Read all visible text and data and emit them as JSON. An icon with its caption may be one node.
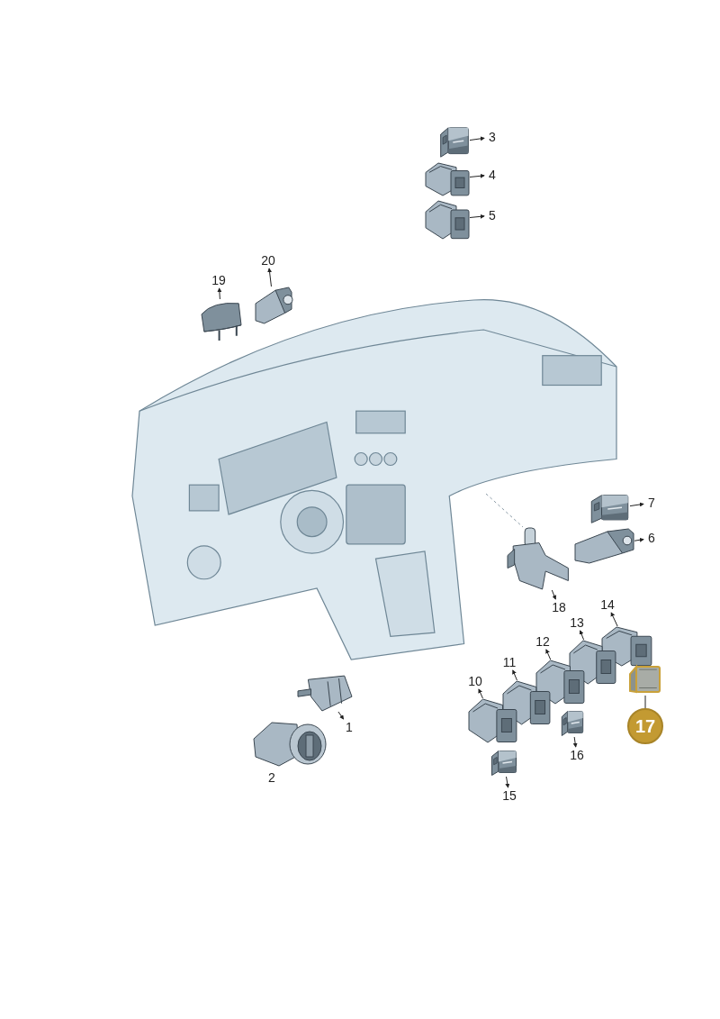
{
  "diagram": {
    "nodes": [
      {
        "text": [
          "3"
        ]
      },
      {
        "text": [],
        "shape": "picture"
      },
      {
        "text": [
          "4"
        ]
      },
      {
        "text": [],
        "shape": "picture"
      },
      {
        "text": [
          "5"
        ]
      },
      {
        "text": [],
        "shape": "picture"
      },
      {
        "text": [
          "20"
        ]
      },
      {
        "text": [],
        "shape": "picture"
      },
      {
        "text": [
          "19"
        ]
      },
      {
        "text": [],
        "shape": "picture"
      },
      {
        "text": [],
        "shape": "picture"
      },
      {
        "text": [
          "7"
        ]
      },
      {
        "text": [],
        "shape": "picture"
      },
      {
        "text": [
          "6"
        ]
      },
      {
        "text": [],
        "shape": "picture"
      },
      {
        "text": [],
        "shape": "picture"
      },
      {
        "text": [
          "18"
        ]
      },
      {
        "text": [
          "14"
        ]
      },
      {
        "text": [],
        "shape": "picture"
      },
      {
        "text": [
          "13"
        ]
      },
      {
        "text": [],
        "shape": "picture"
      },
      {
        "text": [
          "12"
        ]
      },
      {
        "text": [],
        "shape": "picture"
      },
      {
        "text": [
          "11"
        ]
      },
      {
        "text": [],
        "shape": "picture"
      },
      {
        "text": [
          "10"
        ]
      },
      {
        "text": [],
        "shape": "picture"
      },
      {
        "text": [],
        "shape": "picture"
      },
      {
        "text": [
          "17"
        ]
      },
      {
        "text": [],
        "shape": "picture"
      },
      {
        "text": [
          "1"
        ]
      },
      {
        "text": [],
        "shape": "picture"
      },
      {
        "text": [
          "16"
        ]
      },
      {
        "text": [],
        "shape": "picture"
      },
      {
        "text": [
          "15"
        ]
      }
    ],
    "edges": [
      {
        "from": 1,
        "to": 0,
        "arrow": "to"
      },
      {
        "from": 3,
        "to": 2,
        "arrow": "to"
      },
      {
        "from": 5,
        "to": 4,
        "arrow": "to"
      },
      {
        "from": 7,
        "to": 6,
        "arrow": "to"
      },
      {
        "from": 9,
        "to": 8,
        "arrow": "to"
      },
      {
        "from": 12,
        "to": 11,
        "arrow": "to"
      },
      {
        "from": 14,
        "to": 13,
        "arrow": "to"
      },
      {
        "from": 10,
        "to": 15,
        "arrow": "none",
        "style": "dashed",
        "color": "#8a9aa6"
      },
      {
        "from": 15,
        "to": 16,
        "arrow": "to"
      },
      {
        "from": 18,
        "to": 17,
        "arrow": "to"
      },
      {
        "from": 20,
        "to": 19,
        "arrow": "to"
      },
      {
        "from": 22,
        "to": 21,
        "arrow": "to"
      },
      {
        "from": 24,
        "to": 23,
        "arrow": "to"
      },
      {
        "from": 26,
        "to": 25,
        "arrow": "to"
      },
      {
        "from": 28,
        "to": 27,
        "arrow": "none"
      },
      {
        "from": 29,
        "to": 30,
        "arrow": "to"
      },
      {
        "from": 31,
        "to": 32,
        "arrow": "to"
      },
      {
        "from": 33,
        "to": 34,
        "arrow": "to"
      }
    ],
    "labels": [
      "2"
    ]
  }
}
